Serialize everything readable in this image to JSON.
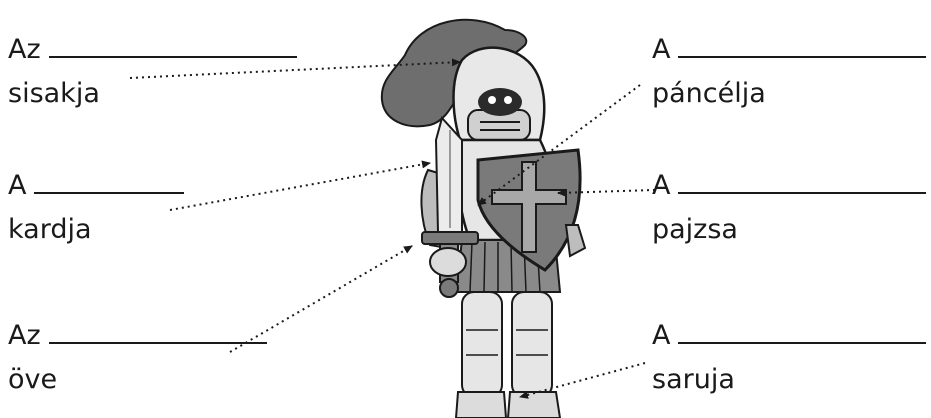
{
  "labels": {
    "helmet": {
      "article": "Az",
      "word": "sisakja"
    },
    "armor": {
      "article": "A",
      "word": "páncélja"
    },
    "sword": {
      "article": "A",
      "word": "kardja"
    },
    "shield": {
      "article": "A",
      "word": "pajzsa"
    },
    "belt": {
      "article": "Az",
      "word": "öve"
    },
    "boot": {
      "article": "A",
      "word": "saruja"
    }
  },
  "colors": {
    "plume": "#6e6e6e",
    "metal": "#e6e6e6",
    "shield": "#7a7a7a",
    "outline": "#1a1a1a"
  }
}
